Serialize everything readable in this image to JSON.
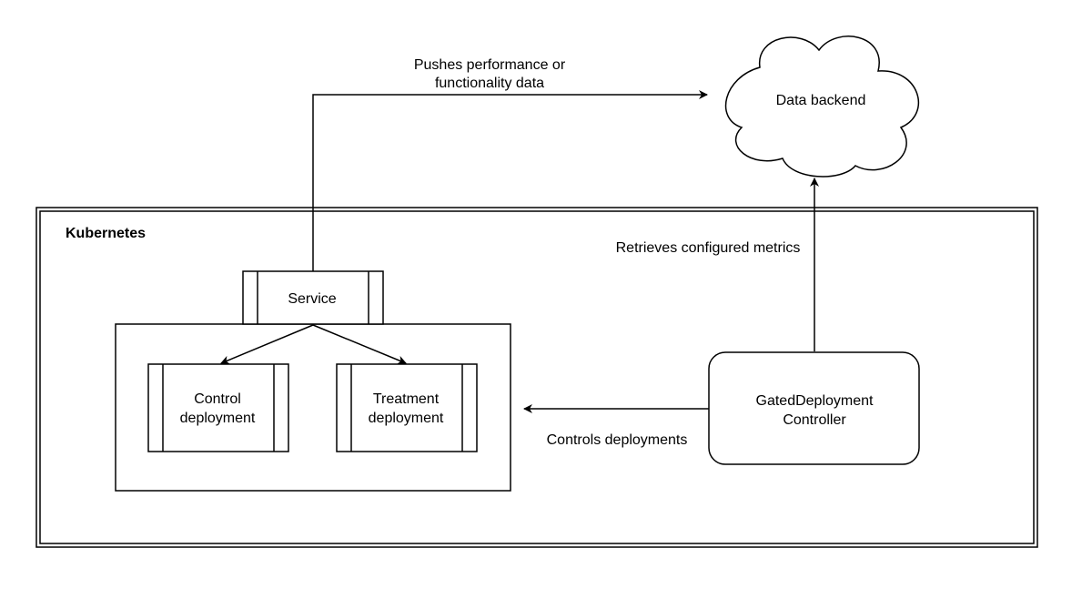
{
  "diagram": {
    "cluster_label": "Kubernetes",
    "nodes": {
      "data_backend": "Data backend",
      "service": "Service",
      "control": [
        "Control",
        "deployment"
      ],
      "treatment": [
        "Treatment",
        "deployment"
      ],
      "controller": [
        "GatedDeployment",
        "Controller"
      ]
    },
    "edges": {
      "push": [
        "Pushes performance or",
        "functionality data"
      ],
      "retrieve": "Retrieves configured metrics",
      "controls": "Controls deployments"
    }
  }
}
